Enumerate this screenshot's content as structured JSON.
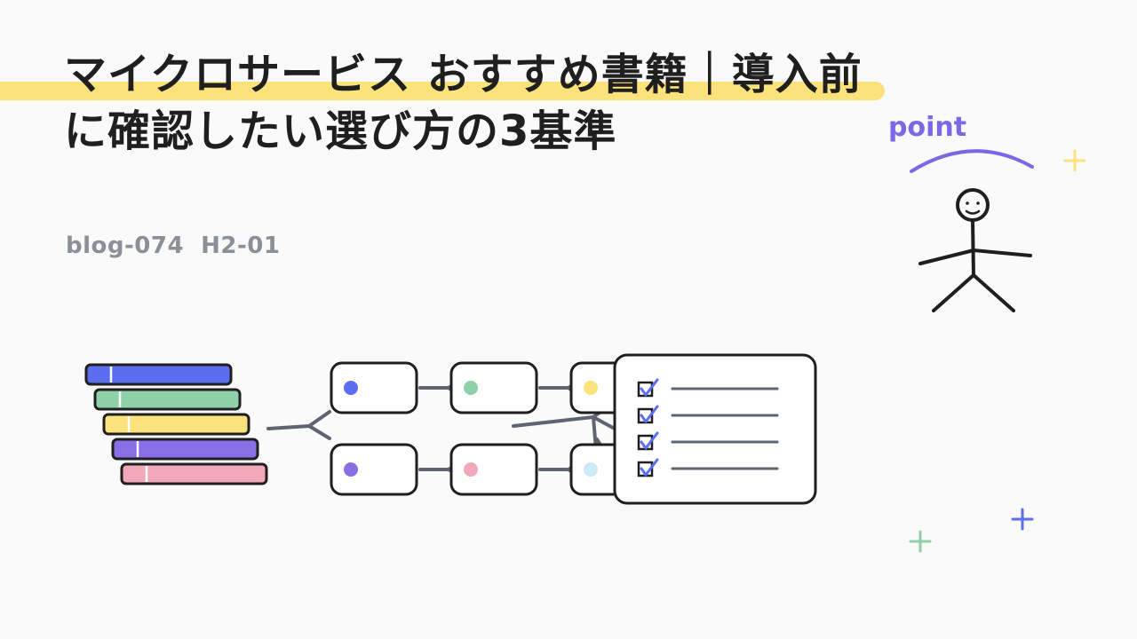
{
  "title": {
    "line1": "マイクロサービス おすすめ書籍｜導入前",
    "line2": "に確認したい選び方の3基準"
  },
  "tag": "blog-074  H2-01",
  "point_label": "point",
  "colors": {
    "highlight": "#fbe27a",
    "ink": "#1f1f1f",
    "tag_gray": "#8a8f98",
    "purple": "#7b68e6",
    "blue": "#5b6ef0",
    "green": "#8ed1a8",
    "yellow": "#fbe27a",
    "pink": "#f1a8b8",
    "light_blue": "#cdeaf7",
    "connector": "#5e6472"
  },
  "icons": [
    "book-stack-icon",
    "checklist-icon",
    "stick-figure-icon",
    "plus-sparkle-icon"
  ]
}
